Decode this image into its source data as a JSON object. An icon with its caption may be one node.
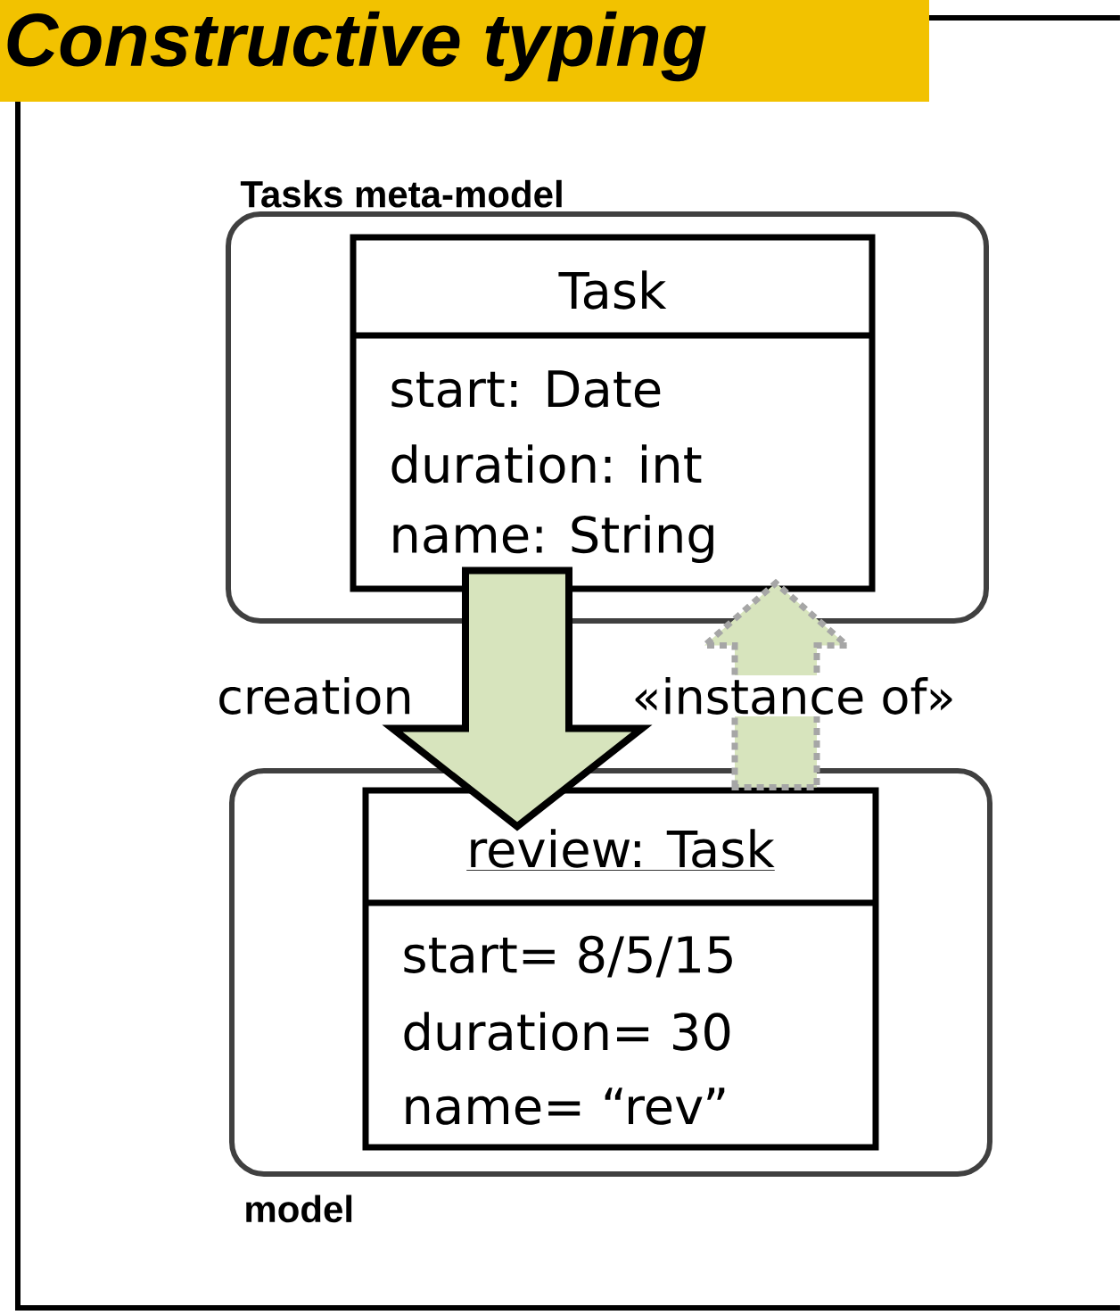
{
  "diagram": {
    "title": "Constructive typing",
    "nodes": [
      {
        "text": [
          "Tasks meta-model"
        ]
      },
      {
        "text": [
          "Task",
          "start: Date",
          "duration: int",
          "name: String"
        ],
        "in": 0
      },
      {
        "text": [
          "model"
        ]
      },
      {
        "text": [
          "review: Task",
          "start= 8/5/15",
          "duration= 30",
          "name= “rev”"
        ],
        "in": 2
      }
    ],
    "edges": [
      {
        "from": 1,
        "to": 3,
        "arrow": "to",
        "label": "creation",
        "style": "thick"
      },
      {
        "from": 3,
        "to": 1,
        "arrow": "to",
        "label": "«instance of»",
        "style": "dashed"
      }
    ]
  }
}
